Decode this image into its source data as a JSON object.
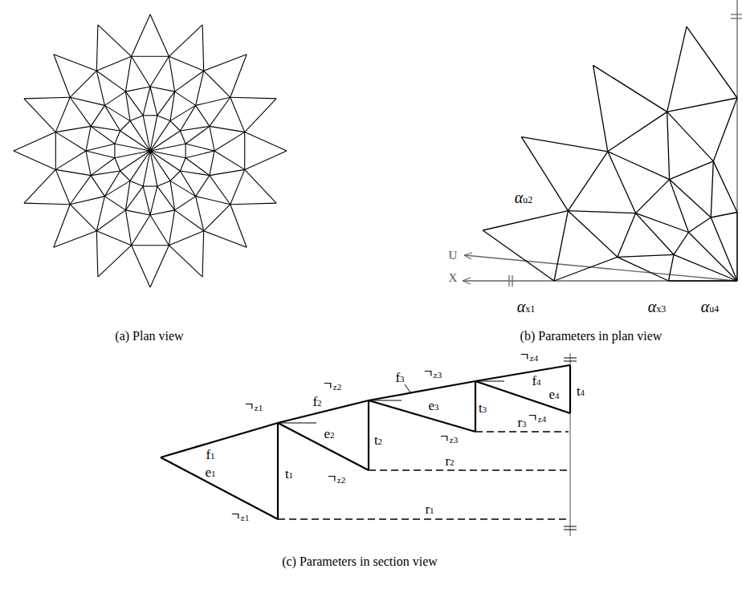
{
  "diagram": {
    "labels": [
      "(a) Plan view",
      "U",
      "X",
      "αu2",
      "αx1",
      "αx3",
      "αu4",
      "(b) Parameters in plan view",
      "z1",
      "f1",
      "e1",
      "z1",
      "t1",
      "z2",
      "f2",
      "e2",
      "z2",
      "t2",
      "z3",
      "f3",
      "e3",
      "z3",
      "t3",
      "z4",
      "f4",
      "e4",
      "z4",
      "t4",
      "r1",
      "r2",
      "r3",
      "(c) Parameters in section view"
    ]
  }
}
